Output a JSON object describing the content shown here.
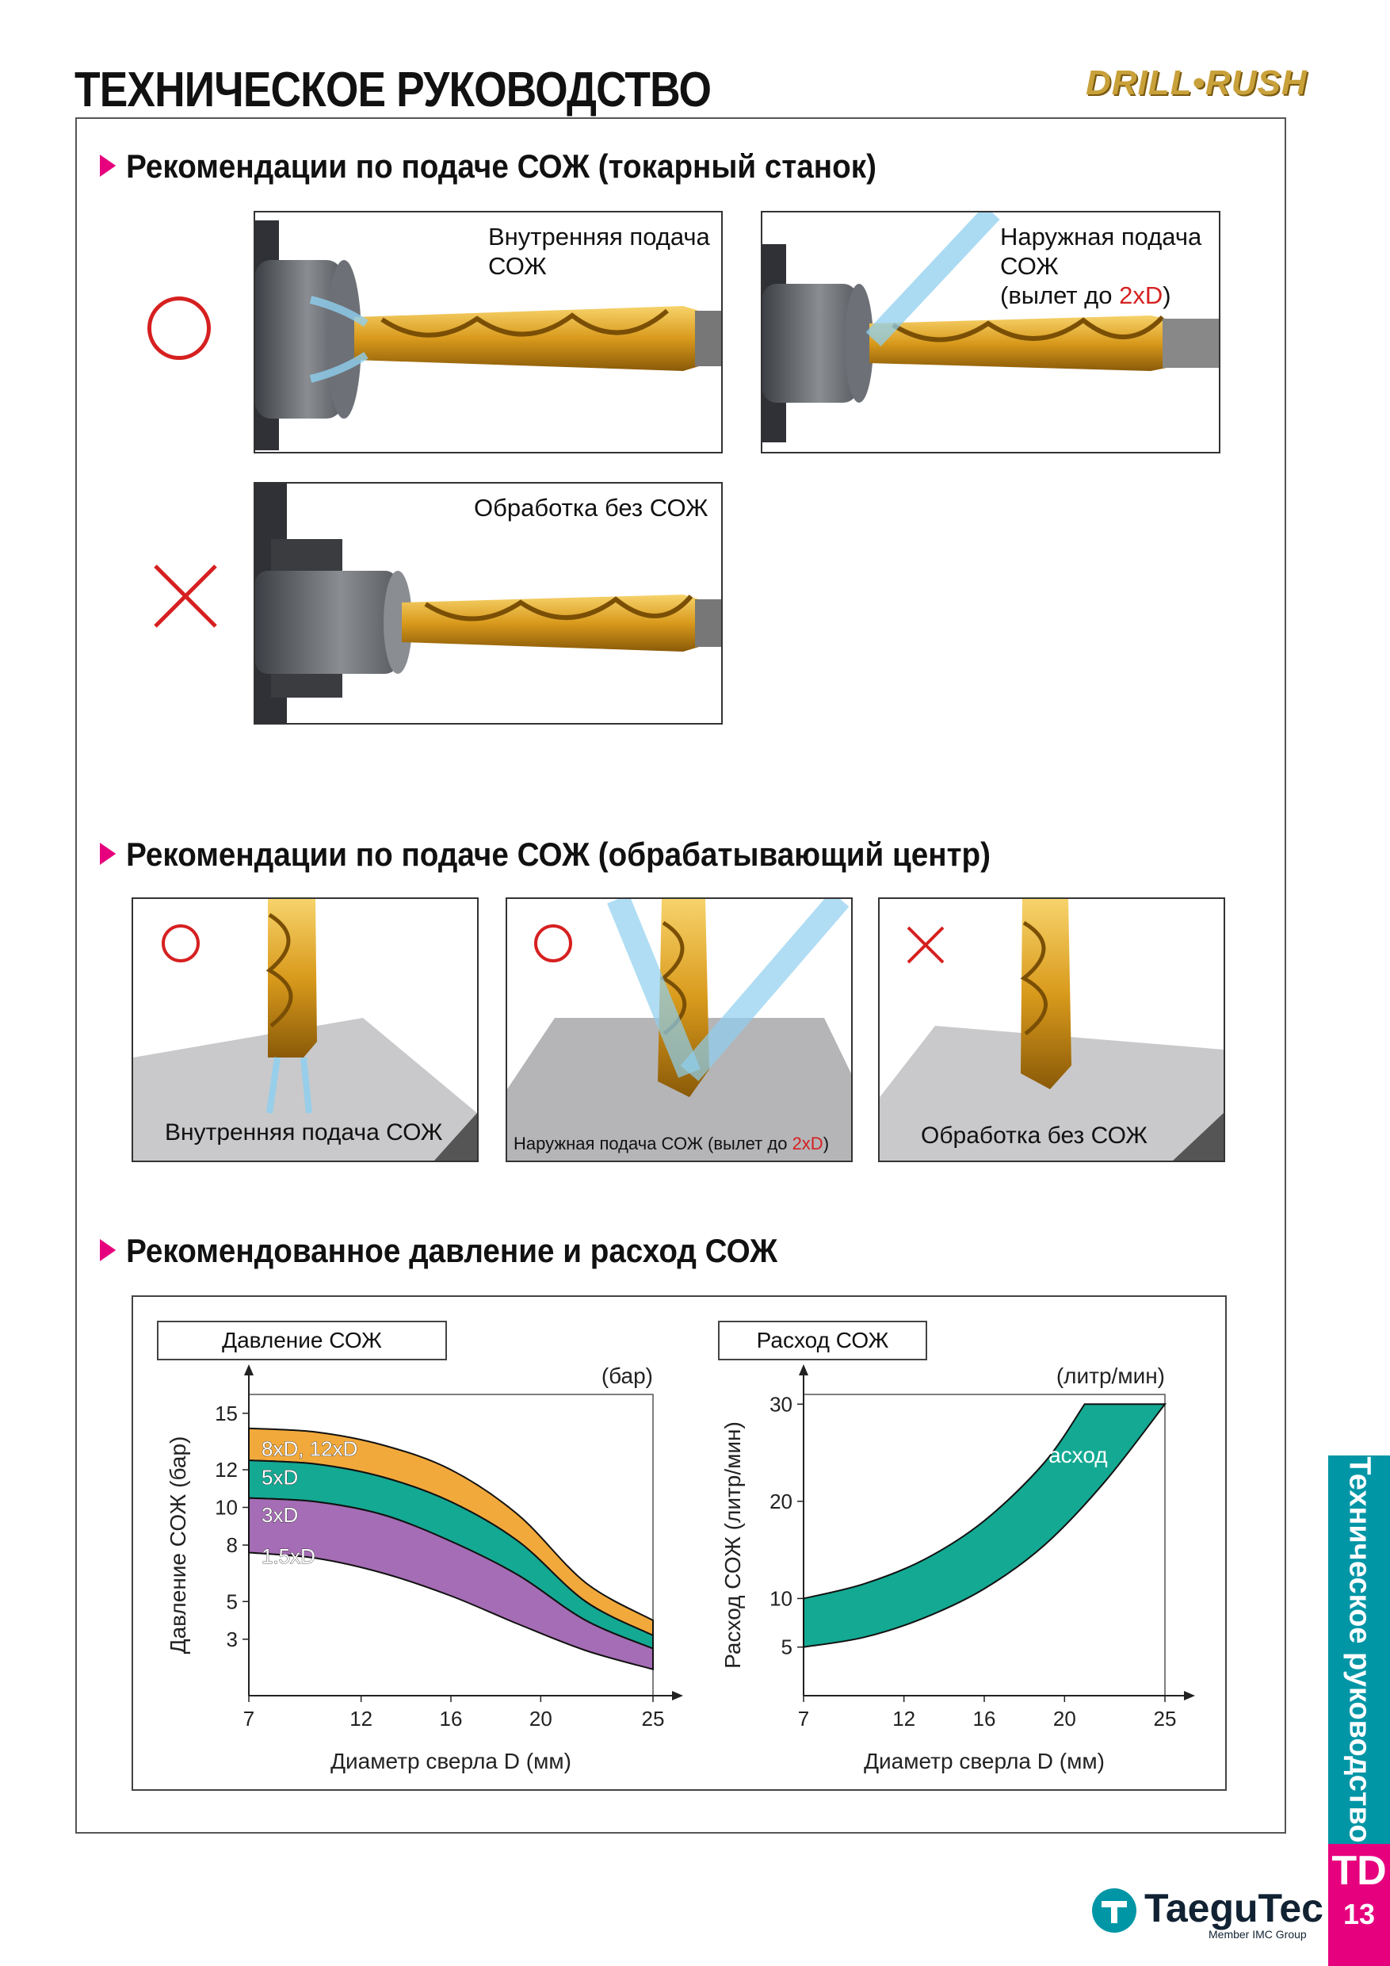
{
  "header": {
    "title": "ТЕХНИЧЕСКОЕ РУКОВОДСТВО",
    "brand": "DRILL•RUSH"
  },
  "section1": {
    "heading": "Рекомендации по подаче СОЖ (токарный станок)",
    "panel_a": {
      "line1": "Внутренняя подача",
      "line2": "СОЖ"
    },
    "panel_b": {
      "line1": "Наружная подача",
      "line2": "СОЖ",
      "line3_pre": "(вылет до ",
      "line3_red": "2xD",
      "line3_post": ")"
    },
    "panel_c": {
      "line1": "Обработка без СОЖ"
    }
  },
  "section2": {
    "heading": "Рекомендации по подаче СОЖ (обрабатывающий центр)",
    "panel_a": "Внутренняя подача СОЖ",
    "panel_b_pre": "Наружная подача СОЖ (вылет до ",
    "panel_b_red": "2xD",
    "panel_b_post": ")",
    "panel_c": "Обработка без СОЖ"
  },
  "section3": {
    "heading": "Рекомендованное давление и расход СОЖ"
  },
  "chart_data": [
    {
      "type": "area",
      "title": "Давление СОЖ",
      "unit": "(бар)",
      "xlabel": "Диаметр сверла D (мм)",
      "ylabel": "Давление СОЖ (бар)",
      "x_ticks": [
        7,
        12,
        16,
        20,
        25
      ],
      "y_ticks": [
        3,
        5,
        8,
        10,
        12,
        15
      ],
      "xlim": [
        7,
        25
      ],
      "ylim": [
        0,
        16
      ],
      "boundaries": {
        "x": [
          7,
          10,
          13,
          16,
          19,
          22,
          25
        ],
        "top": [
          14.2,
          14.0,
          13.3,
          12.0,
          9.6,
          6.0,
          4.0
        ],
        "b1": [
          12.5,
          12.3,
          11.6,
          10.3,
          8.2,
          5.0,
          3.2
        ],
        "b2": [
          10.5,
          10.3,
          9.6,
          8.2,
          6.4,
          4.0,
          2.5
        ],
        "bottom": [
          7.6,
          7.3,
          6.5,
          5.3,
          3.8,
          2.4,
          1.4
        ]
      },
      "series": [
        {
          "name": "8xD, 12xD",
          "color": "#f2a93b"
        },
        {
          "name": "5xD",
          "color": "#14a993"
        },
        {
          "name": "3xD",
          "color": "#a56db5"
        },
        {
          "name": "1.5xD",
          "color": "#a56db5"
        }
      ]
    },
    {
      "type": "area",
      "title": "Расход СОЖ",
      "unit": "(литр/мин)",
      "xlabel": "Диаметр сверла D (мм)",
      "ylabel": "Расход СОЖ (литр/мин)",
      "x_ticks": [
        7,
        12,
        16,
        20,
        25
      ],
      "y_ticks": [
        5,
        10,
        20,
        30
      ],
      "xlim": [
        7,
        25
      ],
      "ylim": [
        0,
        31
      ],
      "band_label": "Расход",
      "band_color": "#14a993",
      "upper": {
        "x": [
          7,
          10,
          13,
          16,
          19,
          21
        ],
        "y": [
          10,
          11.5,
          14,
          18,
          24,
          30
        ]
      },
      "lower": {
        "x": [
          7,
          10,
          13,
          16,
          19,
          22,
          25
        ],
        "y": [
          5,
          6,
          8,
          11,
          15.5,
          22,
          30
        ]
      }
    }
  ],
  "side_tab": {
    "text": "Техническое руководство",
    "code": "TD",
    "page": "13"
  },
  "footer": {
    "brand": "TaeguTec",
    "sub": "Member IMC Group"
  }
}
